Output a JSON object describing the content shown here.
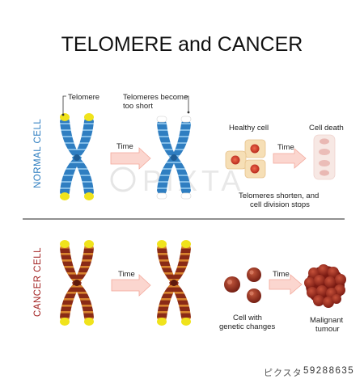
{
  "title": "TELOMERE and CANCER",
  "normal": {
    "side_label": "NORMAL CELL",
    "telomere_label": "Telomere",
    "short_label_line1": "Telomeres become",
    "short_label_line2": "too short",
    "time_label_1": "Time",
    "healthy_cell_label": "Healthy cell",
    "time_label_2": "Time",
    "cell_death_label": "Cell death",
    "note_line1": "Telomeres shorten, and",
    "note_line2": "cell division stops"
  },
  "cancer": {
    "side_label": "CANCER CELL",
    "time_label_1": "Time",
    "time_label_2": "Time",
    "genetic_label_line1": "Cell with",
    "genetic_label_line2": "genetic changes",
    "tumour_label_line1": "Malignant",
    "tumour_label_line2": "tumour"
  },
  "watermark": "PIXTA",
  "footer": {
    "brand": "ピクスタ",
    "stock_number": "59288635"
  },
  "colors": {
    "normal_chromosome": "#2f7ec1",
    "normal_stripe": "#8ec6ec",
    "cancer_chromosome": "#8a2a16",
    "cancer_stripe": "#d7832e",
    "telomere_cap": "#f0e31c",
    "arrow_fill": "#fbd6cf",
    "arrow_stroke": "#f3a89b",
    "cell_fill": "#f6dfb6",
    "cell_nucleus": "#d43a2e",
    "dying_cell": "#efc5c2",
    "tumour": "#9c2a1e"
  }
}
